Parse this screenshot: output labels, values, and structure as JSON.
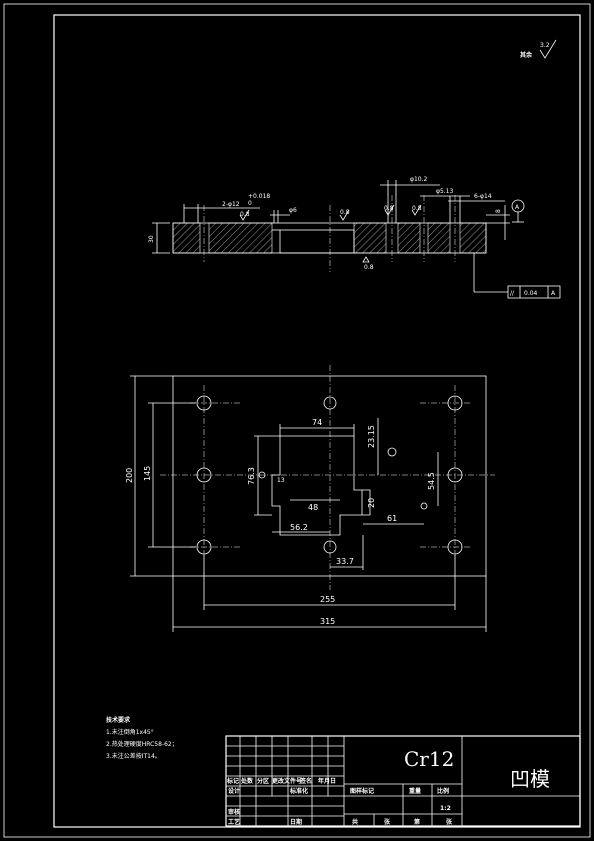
{
  "roughness": {
    "label": "其余",
    "value": "3.2"
  },
  "section": {
    "dim_holes": "2-φ12",
    "dim_holes_tol": "+0.018",
    "dim_holes_tol2": "0",
    "dim_6": "φ6",
    "dim_10_2": "φ10.2",
    "dim_5_13": "φ5.13",
    "dim_6_14": "6-φ14",
    "dim_30": "30",
    "dim_8": "8",
    "rough_08": "0.8",
    "datum": "A",
    "tolerance": {
      "symbol": "//",
      "value": "0.04",
      "datum": "A"
    }
  },
  "plan": {
    "d200": "200",
    "d145": "145",
    "d74": "74",
    "d23_15": "23.15",
    "d76_3": "76.3",
    "d13": "13",
    "d48": "48",
    "d20": "20",
    "d54_5": "54.5",
    "d61": "61",
    "d56_2": "56.2",
    "d33_7": "33.7",
    "d255": "255",
    "d315": "315"
  },
  "notes": {
    "title": "技术要求",
    "items": [
      "1.未注倒角1x45°",
      "2.热处理硬度HRC58-62；",
      "3.未注公差按IT14。"
    ]
  },
  "titleblock": {
    "material": "Cr12",
    "part_name": "凹模",
    "row_headers": [
      "标记",
      "处数",
      "分区",
      "更改文件号",
      "签名",
      "年月日"
    ],
    "design": "设计",
    "standardize": "标准化",
    "review": "审核",
    "process": "工艺",
    "date": "日期",
    "stage_mark": "图样标记",
    "weight": "重量",
    "scale": "比例",
    "scale_value": "1:2",
    "total": "共",
    "sheet": "张",
    "page": "第"
  }
}
